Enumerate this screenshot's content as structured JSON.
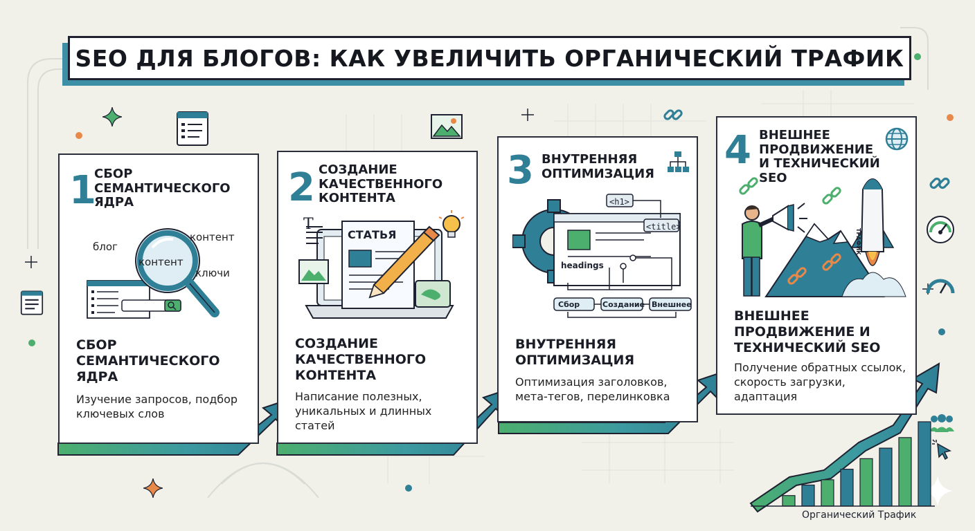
{
  "title": "SEO ДЛЯ БЛОГОВ: КАК УВЕЛИЧИТЬ ОРГАНИЧЕСКИЙ ТРАФИК",
  "steps": [
    {
      "number": "1",
      "header": "Сбор семантического ядра",
      "heading": "Сбор семантического ядра",
      "description": "Изучение запросов, подбор ключевых слов",
      "keywords": [
        "блог",
        "контент",
        "контент",
        "ключи"
      ]
    },
    {
      "number": "2",
      "header": "Создание качественного контента",
      "heading": "Создание качественного контента",
      "description": "Написание полезных, уникальных и длинных статей",
      "article_label": "СТАТЬЯ",
      "text_glyph": "T"
    },
    {
      "number": "3",
      "header": "Внутренняя оптимизация",
      "heading": "Внутренняя оптимизация",
      "description": "Оптимизация заголовков, мета-тегов, перелинковка",
      "tags": {
        "h1": "<h1>",
        "title": "<title>",
        "headings": "headings"
      },
      "flow": [
        "Сбор",
        "Создание",
        "Внешнее"
      ]
    },
    {
      "number": "4",
      "header": "Внешнее продвижение и технический SEO",
      "heading": "Внешнее продвижение и технический SEO",
      "description": "Получение обратных ссылок, скорость загрузки, адаптация",
      "rocket_label": "ТРАФИК"
    }
  ],
  "traffic_label": "Органический Трафик",
  "traffic_bars": [
    1,
    2,
    2.5,
    3.5,
    4.5,
    5.5,
    6.5,
    8
  ],
  "colors": {
    "teal": "#2f7f96",
    "green": "#4caf6e",
    "navy": "#1e2230",
    "orange": "#e8894a"
  },
  "icons": [
    "sparkle-icon",
    "list-window-icon",
    "image-icon",
    "link-icon",
    "sitemap-icon",
    "globe-icon",
    "gauge-icon",
    "users-icon",
    "cursor-icon"
  ]
}
